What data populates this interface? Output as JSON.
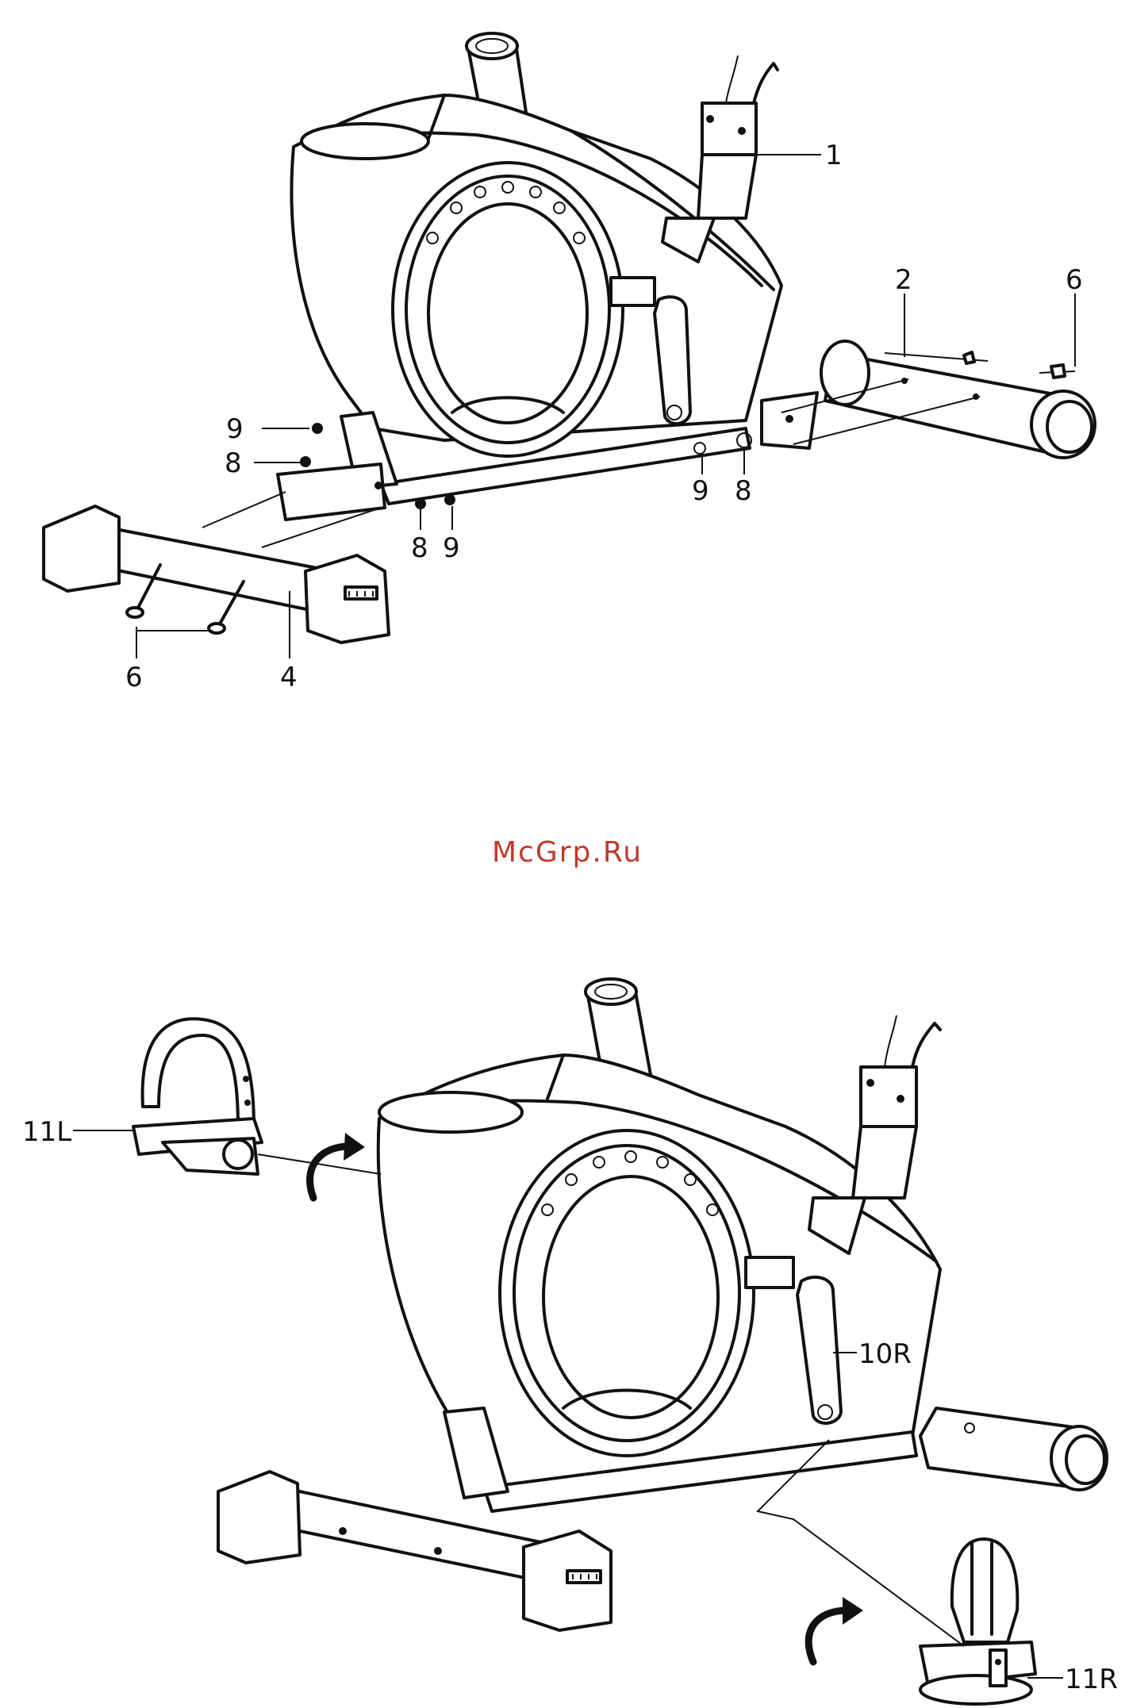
{
  "watermark": "McGrp.Ru",
  "figure_top": {
    "callouts": [
      "1",
      "2",
      "6",
      "9",
      "8",
      "9",
      "8",
      "8",
      "9",
      "6",
      "4"
    ]
  },
  "figure_bottom": {
    "callouts": [
      "11L",
      "10R",
      "11R"
    ]
  }
}
